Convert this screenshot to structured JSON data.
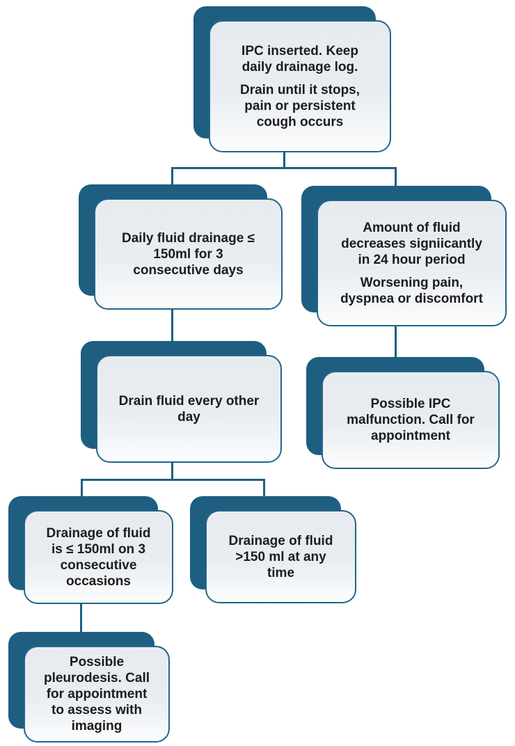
{
  "title": "IPC drainage management flowchart",
  "colors": {
    "shadow_teal": "#1e5e80",
    "card_border": "#24648a",
    "card_fill_top": "#e7ebf0",
    "card_fill_mid": "#e9edf1",
    "card_fill_bottom": "#fbfcfd",
    "connector": "#1e5e80",
    "text": "#1c1c1e",
    "background": "#ffffff"
  },
  "nodes": {
    "start": {
      "paragraphs": [
        "IPC inserted. Keep\ndaily drainage log.",
        "Drain until it stops,\npain or persistent\ncough occurs"
      ]
    },
    "low_drainage": {
      "paragraphs": [
        "Daily fluid drainage ≤\n150ml for 3\nconsecutive days"
      ]
    },
    "significant_decrease": {
      "paragraphs": [
        "Amount of fluid\ndecreases signiicantly\nin 24 hour period",
        "Worsening pain,\ndyspnea or discomfort"
      ]
    },
    "drain_every_other_day": {
      "paragraphs": [
        "Drain fluid every other\nday"
      ]
    },
    "ipc_malfunction": {
      "paragraphs": [
        "Possible IPC\nmalfunction. Call for\nappointment"
      ]
    },
    "low_three_occasions": {
      "paragraphs": [
        "Drainage of fluid\nis ≤ 150ml on 3\nconsecutive\noccasions"
      ]
    },
    "high_any_time": {
      "paragraphs": [
        "Drainage of fluid\n>150 ml at any\ntime"
      ]
    },
    "pleurodesis": {
      "paragraphs": [
        "Possible\npleurodesis. Call\nfor appointment\nto assess with\nimaging"
      ]
    }
  },
  "edges": [
    {
      "from": "start",
      "to": "low_drainage"
    },
    {
      "from": "start",
      "to": "significant_decrease"
    },
    {
      "from": "low_drainage",
      "to": "drain_every_other_day"
    },
    {
      "from": "significant_decrease",
      "to": "ipc_malfunction"
    },
    {
      "from": "drain_every_other_day",
      "to": "low_three_occasions"
    },
    {
      "from": "drain_every_other_day",
      "to": "high_any_time"
    },
    {
      "from": "low_three_occasions",
      "to": "pleurodesis"
    }
  ]
}
